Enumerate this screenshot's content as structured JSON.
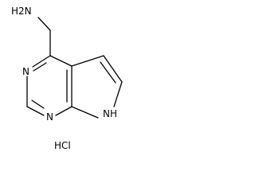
{
  "molecule": {
    "amine_label": "H2N",
    "ring_n1_label": "N",
    "ring_n2_label": "N",
    "pyrrole_nh_label": "NH",
    "salt_label": "HCl"
  }
}
